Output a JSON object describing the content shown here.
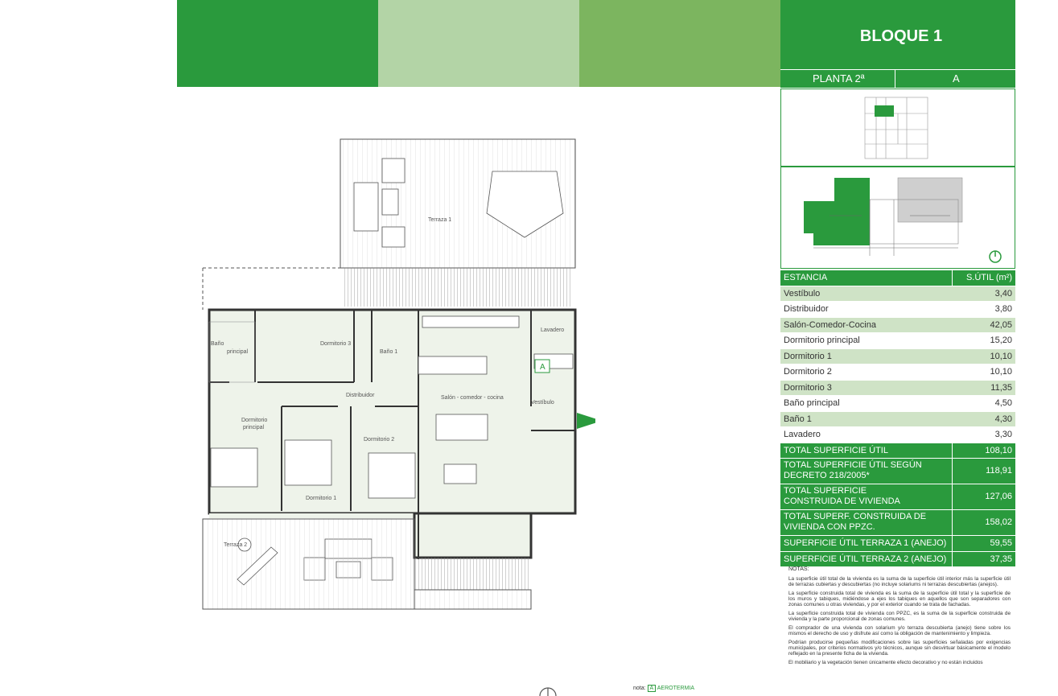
{
  "header": {
    "block_title": "BLOQUE 1",
    "floor_label": "PLANTA 2ª",
    "unit_label": "A"
  },
  "colors": {
    "brand_green": "#2a9a3d",
    "light_green": "#b3d4a6",
    "mid_green": "#7cb55f",
    "row_alt": "#cfe3c6"
  },
  "table": {
    "col_room": "ESTANCIA",
    "col_area": "S.ÚTIL (m²)",
    "rooms": [
      {
        "name": "Vestíbulo",
        "area": "3,40"
      },
      {
        "name": "Distribuidor",
        "area": "3,80"
      },
      {
        "name": "Salón-Comedor-Cocina",
        "area": "42,05"
      },
      {
        "name": "Dormitorio principal",
        "area": "15,20"
      },
      {
        "name": "Dormitorio 1",
        "area": "10,10"
      },
      {
        "name": "Dormitorio 2",
        "area": "10,10"
      },
      {
        "name": "Dormitorio 3",
        "area": "11,35"
      },
      {
        "name": "Baño principal",
        "area": "4,50"
      },
      {
        "name": "Baño 1",
        "area": "4,30"
      },
      {
        "name": "Lavadero",
        "area": "3,30"
      }
    ],
    "totals": [
      {
        "name": "TOTAL SUPERFICIE ÚTIL",
        "area": "108,10"
      },
      {
        "name_1": "TOTAL SUPERFICIE ÚTIL SEGÚN",
        "name_2": "DECRETO 218/2005*",
        "area": "118,91"
      },
      {
        "name_1": "TOTAL SUPERFICIE",
        "name_2": "CONSTRUIDA DE VIVIENDA",
        "area": "127,06"
      },
      {
        "name_1": "TOTAL SUPERF. CONSTRUIDA DE",
        "name_2": "VIVIENDA CON PPZC.",
        "area": "158,02"
      },
      {
        "name": "SUPERFICIE ÚTIL TERRAZA 1 (ANEJO)",
        "area": "59,55"
      },
      {
        "name": "SUPERFICIE ÚTIL TERRAZA 2 (ANEJO)",
        "area": "37,35"
      }
    ]
  },
  "notes": {
    "title": "NOTAS:",
    "items": [
      "La superficie útil total de la vivienda es la suma de la superficie útil interior más la superficie útil de terrazas cubiertas y descubiertas (no incluye solariums ni terrazas descubiertas (anejos).",
      "La superficie construida total de vivienda es la suma de la superficie útil total y la superficie de los muros y tabiques, midiéndose a ejes los tabiques en aquellos que son separadores con zonas comunes u otras viviendas, y por el exterior cuando se trata de fachadas.",
      "La superficie construida total de vivienda con PPZC, es la suma de la superficie construida de vivienda y la parte proporcional de zonas comunes.",
      "El comprador de una vivienda con solarium y/o terraza descubierta (anejo) tiene sobre los mismos el derecho de uso y disfrute así como la obligación de mantenimiento y limpieza.",
      "Podrían producirse pequeñas modificaciones sobre las superficies señaladas por exigencias municipales, por criterios normativos y/o técnicos, aunque sin desvirtuar básicamente el modelo reflejado en la presente ficha de la vivienda.",
      "El mobiliario y la vegetación tienen únicamente efecto decorativo y no están incluidos"
    ]
  },
  "legend": {
    "prefix": "nota:",
    "badge": "A",
    "text": "AEROTERMIA"
  },
  "plan_labels": {
    "terraza1": "Terraza 1",
    "terraza2": "Terraza 2",
    "dormitorio3": "Dormitorio 3",
    "bano_principal_1": "Baño",
    "bano_principal_2": "principal",
    "bano1": "Baño 1",
    "lavadero": "Lavadero",
    "distribuidor": "Distribuidor",
    "salon": "Salón - comedor - cocina",
    "vestibulo": "Vestíbulo",
    "dorm_principal_1": "Dormitorio",
    "dorm_principal_2": "principal",
    "dormitorio1": "Dormitorio 1",
    "dormitorio2": "Dormitorio 2",
    "aero_badge": "A"
  }
}
